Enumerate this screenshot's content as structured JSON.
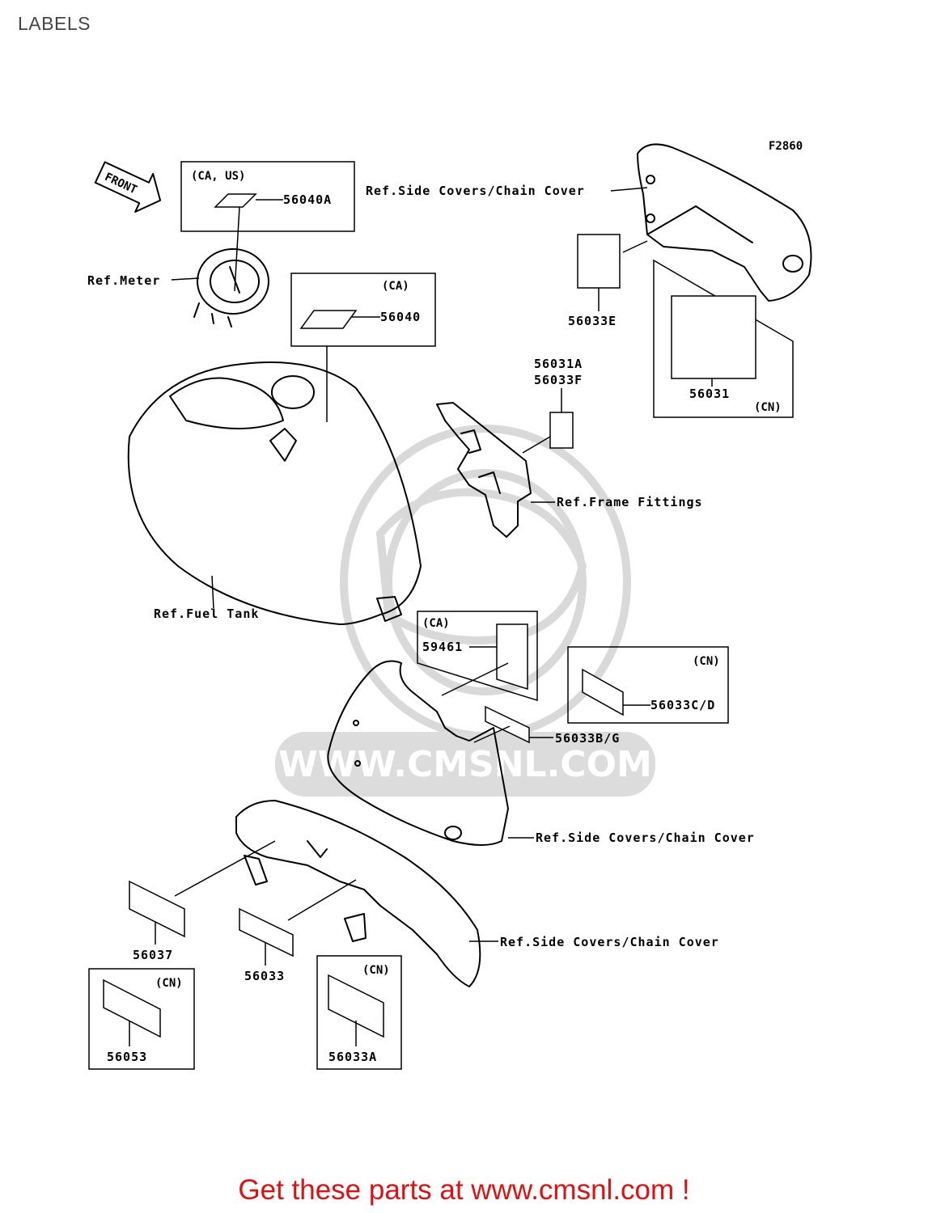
{
  "page_title": "LABELS",
  "figure_code": "F2860",
  "front_arrow_label": "FRONT",
  "regions": {
    "ca_us": "(CA, US)",
    "ca": "(CA)",
    "cn": "(CN)"
  },
  "part_numbers": {
    "p56040A": "56040A",
    "p56040": "56040",
    "p56033E": "56033E",
    "p56031": "56031",
    "p56031A": "56031A",
    "p56033F": "56033F",
    "p59461": "59461",
    "p56033CD": "56033C/D",
    "p56033BG": "56033B/G",
    "p56037": "56037",
    "p56033": "56033",
    "p56053": "56053",
    "p56033A": "56033A"
  },
  "references": {
    "side_covers_top": "Ref.Side Covers/Chain Cover",
    "meter": "Ref.Meter",
    "frame_fittings": "Ref.Frame Fittings",
    "fuel_tank": "Ref.Fuel Tank",
    "side_covers_mid": "Ref.Side Covers/Chain Cover",
    "side_covers_bottom": "Ref.Side Covers/Chain Cover"
  },
  "watermark_text": "WWW.CMSNL.COM",
  "footer": {
    "link_text": "Get these parts at www.cmsnl.com !",
    "color": "#e01010"
  }
}
